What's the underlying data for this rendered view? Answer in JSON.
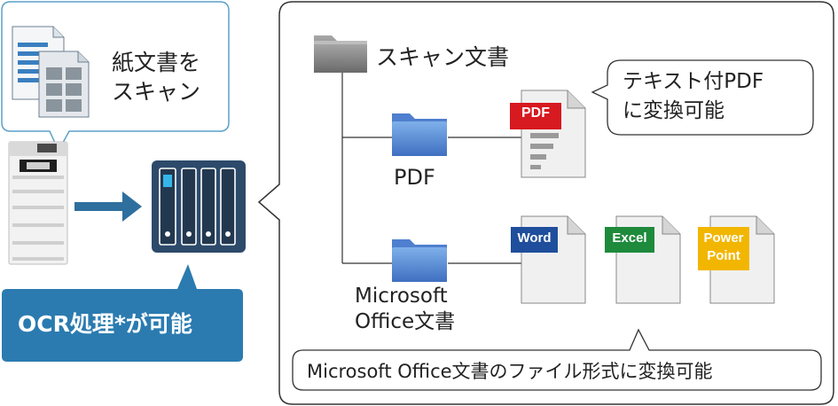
{
  "left": {
    "scan_bubble_line1": "紙文書を",
    "scan_bubble_line2": "スキャン",
    "ocr_label": "OCR処理*が可能"
  },
  "panel": {
    "root_folder_label": "スキャン文書",
    "pdf_folder_label": "PDF",
    "office_folder_line1": "Microsoft",
    "office_folder_line2": "Office文書",
    "pdf_callout_line1": "テキスト付PDF",
    "pdf_callout_line2": "に変換可能",
    "office_callout": "Microsoft Office文書のファイル形式に変換可能",
    "badges": {
      "pdf": "PDF",
      "word": "Word",
      "excel": "Excel",
      "powerpoint_line1": "Power",
      "powerpoint_line2": "Point"
    }
  },
  "colors": {
    "nas_body": "#2d4a6b",
    "arrow": "#2e6f9e",
    "ocr_box": "#2b7bb0",
    "pdf_badge": "#d71920",
    "word_badge": "#1f4e9c",
    "excel_badge": "#1e8a3c",
    "powerpoint_badge": "#f2b600",
    "folder_blue": "#5b8fd6",
    "folder_gray": "#8a8a8a"
  }
}
